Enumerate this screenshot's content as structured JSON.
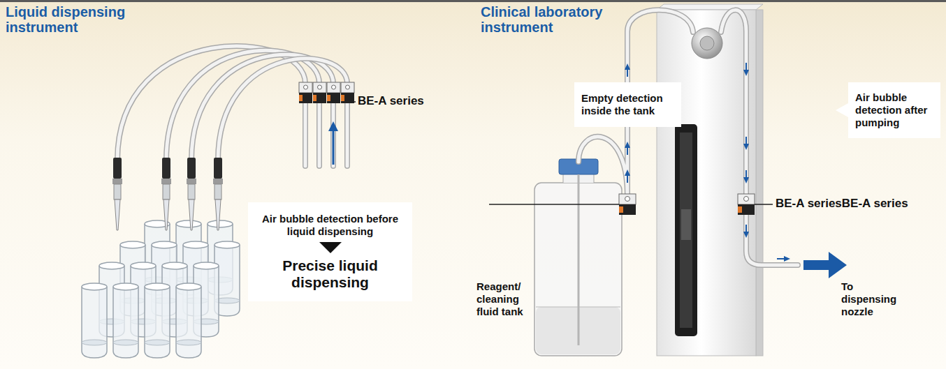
{
  "diagram": {
    "nodes": [
      {
        "text": [
          "Liquid dispensing instrument"
        ]
      },
      {
        "text": [
          "Air bubble detection before liquid dispensing",
          "Precise liquid dispensing"
        ],
        "in": 0
      },
      {
        "text": [
          "Clinical laboratory instrument"
        ]
      },
      {
        "text": [
          "Empty detection inside the tank"
        ],
        "in": 2
      },
      {
        "text": [
          "Air bubble detection after pumping"
        ],
        "in": 2
      }
    ],
    "labels": [
      "BE-A series",
      "BE-A seriesBE-A series",
      "Reagent/ cleaning fluid tank",
      "To dispensing nozzle"
    ]
  }
}
